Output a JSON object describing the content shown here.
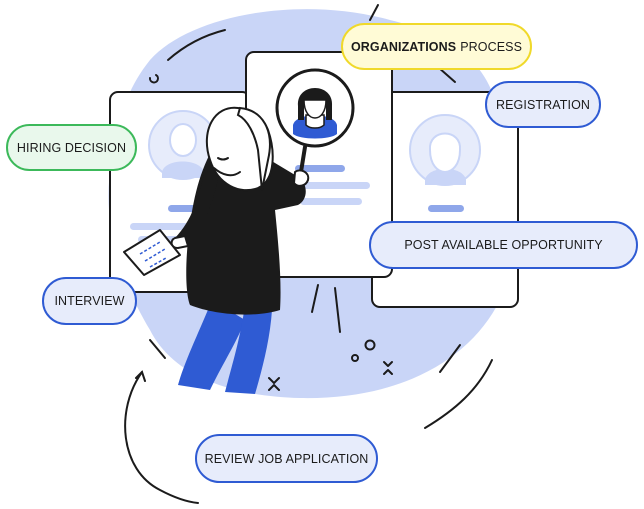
{
  "labels": {
    "organizations_bold": "ORGANIZATIONS",
    "organizations_rest": "PROCESS",
    "registration": "REGISTRATION",
    "hiring_decision": "HIRING DECISION",
    "post_available_opportunity": "POST AVAILABLE OPPORTUNITY",
    "interview": "INTERVIEW",
    "review_job_application": "REVIEW JOB APPLICATION"
  },
  "icons": [
    "profile-card-icon",
    "magnifier-icon",
    "candidate-avatar-icon",
    "document-icon",
    "sparkle-icon"
  ],
  "colors": {
    "primary_blue": "#2f5bd3",
    "pill_blue_fill": "#e7ecfb",
    "highlight_green": "#3cb95a",
    "highlight_yellow": "#f0d92a",
    "blob_blue": "#c9d5f7"
  }
}
